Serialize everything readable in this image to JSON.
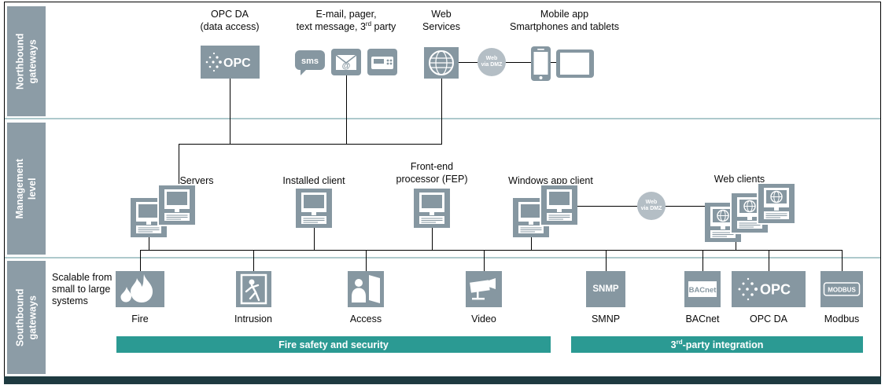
{
  "colors": {
    "box_gray": "#8697a1",
    "band_label_gray": "#8c9ca6",
    "teal": "#2b9a93",
    "dmz_gray": "#b4bec5",
    "separator": "#aec9cc",
    "bottom_bar": "#1e3a40",
    "line": "#000000"
  },
  "bands": {
    "northbound": {
      "label": "Northbound gateways"
    },
    "management": {
      "label": "Management level"
    },
    "southbound": {
      "label": "Southbound gateways"
    }
  },
  "northbound": {
    "opc": {
      "title_line1": "OPC DA",
      "title_line2": "(data access)",
      "logo_text": "OPC"
    },
    "messaging": {
      "title_line1": "E-mail, pager,",
      "title_line2_pre": "text message, 3",
      "title_line2_sup": "rd",
      "title_line2_post": " party",
      "sms_text": "sms",
      "at_text": "@"
    },
    "web_services": {
      "title_line1": "Web",
      "title_line2": "Services"
    },
    "dmz": {
      "line1": "Web",
      "line2": "via DMZ"
    },
    "mobile": {
      "title_line1": "Mobile app",
      "title_line2": "Smartphones and tablets"
    }
  },
  "management": {
    "servers_label": "Servers",
    "installed_client_label": "Installed client",
    "fep_label_line1": "Front-end",
    "fep_label_line2": "processor (FEP)",
    "windows_client_label": "Windows app client",
    "dmz": {
      "line1": "Web",
      "line2": "via DMZ"
    },
    "web_clients_label": "Web clients"
  },
  "southbound": {
    "scalable_line1": "Scalable from",
    "scalable_line2": "small to large",
    "scalable_line3": "systems",
    "fire_label": "Fire",
    "intrusion_label": "Intrusion",
    "access_label": "Access",
    "video_label": "Video",
    "snmp_box_text": "SNMP",
    "snmp_label": "SMNP",
    "bacnet_box_text": "BACnet",
    "bacnet_label": "BACnet",
    "opc_logo_text": "OPC",
    "opc_label": "OPC DA",
    "modbus_box_text": "MODBUS",
    "modbus_label": "Modbus",
    "bar_fire": "Fire safety and security",
    "bar_party_pre": "3",
    "bar_party_sup": "rd",
    "bar_party_post": "-party integration"
  }
}
